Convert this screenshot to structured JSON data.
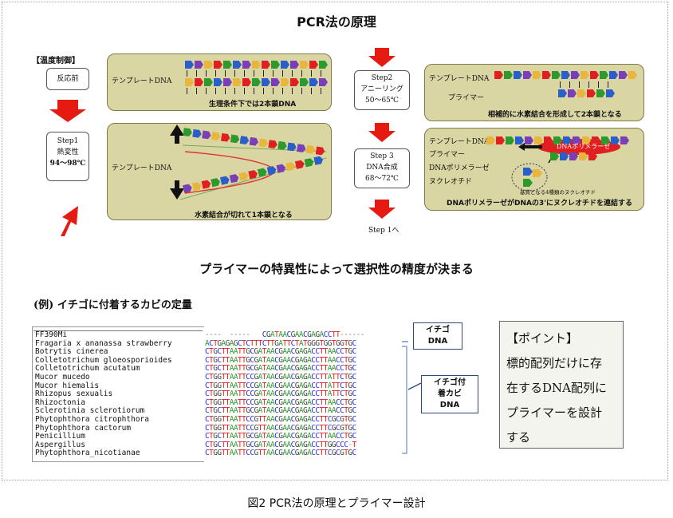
{
  "title": "PCR法の原理",
  "temp_control": "【温度制御】",
  "steps": {
    "before": "反応前",
    "step1": {
      "name": "Step1",
      "desc": "熱変性",
      "temp": "94〜98℃"
    },
    "step2": {
      "name": "Step2",
      "desc": "アニーリング",
      "temp": "50〜65℃"
    },
    "step3": {
      "name": "Step 3",
      "desc": "DNA合成",
      "temp": "68〜72℃"
    },
    "next": "Step 1へ"
  },
  "panels": {
    "p1_label": "テンプレートDNA",
    "p1_caption": "生理条件下では2本鎖DNA",
    "p2_label": "テンプレートDNA",
    "p2_caption": "水素結合が切れて1本鎖となる",
    "p3_label1": "テンプレートDNA",
    "p3_label2": "プライマー",
    "p3_caption": "相補的に水素結合を形成して2本鎖となる",
    "p4_labels": [
      "テンプレートDNA",
      "プライマー",
      "DNAポリメラーゼ",
      "ヌクレオチド"
    ],
    "p4_enzyme": "DNAポリメラーゼ",
    "p4_note": "基質となる4種類のヌクレオチド",
    "p4_caption": "DNAポリメラーゼがDNAの3'にヌクレオチドを連結する"
  },
  "subtitle": "プライマーの特異性によって選択性の精度が決まる",
  "example": "(例) イチゴに付着するカビの定量",
  "alignment": {
    "names": [
      "FF390Mi",
      "Fragaria x ananassa strawberry",
      "Botrytis cinerea",
      "Colletotrichum gloeosporioides",
      "Colletotrichum acutatum",
      "Mucor mucedo",
      "Mucor hiemalis",
      "Rhizopus sexualis",
      "Rhizoctonia",
      "Sclerotinia sclerotiorum",
      "Phytophthora citrophthora",
      "Phytophthora cactorum",
      "Penicillium",
      "Aspergillus",
      "Phytophthora_nicotianae"
    ],
    "seqs": [
      "----  -----   CGATAACGAACGAGACCTT------",
      "ACTGAGAGCTCTTTCTTGATTCTATGGGTGGTGGTGC",
      "CTGCTTAATTGCGATAACGAACGAGACCTTAACCTGC",
      "CTGCTTAATTGCGATAACGAACGAGACCTTAACCTGC",
      "CTGCTTAATTGCGATAACGAACGAGACCTTAACCTGC",
      "CTGGTTAATTCCGATAACGAACGAGACCTTATTCTGC",
      "CTGGTTAATTCCGATAACGAACGAGACCTTATTCTGC",
      "CTGGTTAATTCCGATAACGAACGAGACCTTATTCTGC",
      "CTGGTTAATTCCGATAACGAACGAGACCTTAACCTGC",
      "CTGCTTAATTGCGATAACGAACGAGACCTTAACCTGC",
      "CTGGTTAATTCCGTTAACGAACGAGACCTTCGCGTGC",
      "CTGGTTAATTCCGTTAACGAACGAGACCTTCGCGTGC",
      "CTGCTTAATTGCGATAACGAACGAGACCTTAACCTGC",
      "CTGCTTAATTGCGATAACGAACGAGACCTTGGCCC-T",
      "CTGGTTAATTCCGTTAACGAACGAGACCTTCGCGTGC"
    ]
  },
  "callouts": {
    "strawberry": [
      "イチゴ",
      "DNA"
    ],
    "mold": [
      "イチゴ付",
      "着カビ",
      "DNA"
    ]
  },
  "point": {
    "title": "【ポイント】",
    "lines": [
      "標的配列だけに存",
      "在するDNA配列に",
      "プライマーを設計",
      "する"
    ]
  },
  "figure_caption": "図2 PCR法の原理とプライマー設計",
  "colors": {
    "A": "#2e9a2e",
    "C": "#2a2adb",
    "G": "#444",
    "T": "#d22",
    "arrow": "#e51b12",
    "panel": "#d9d6a4"
  }
}
